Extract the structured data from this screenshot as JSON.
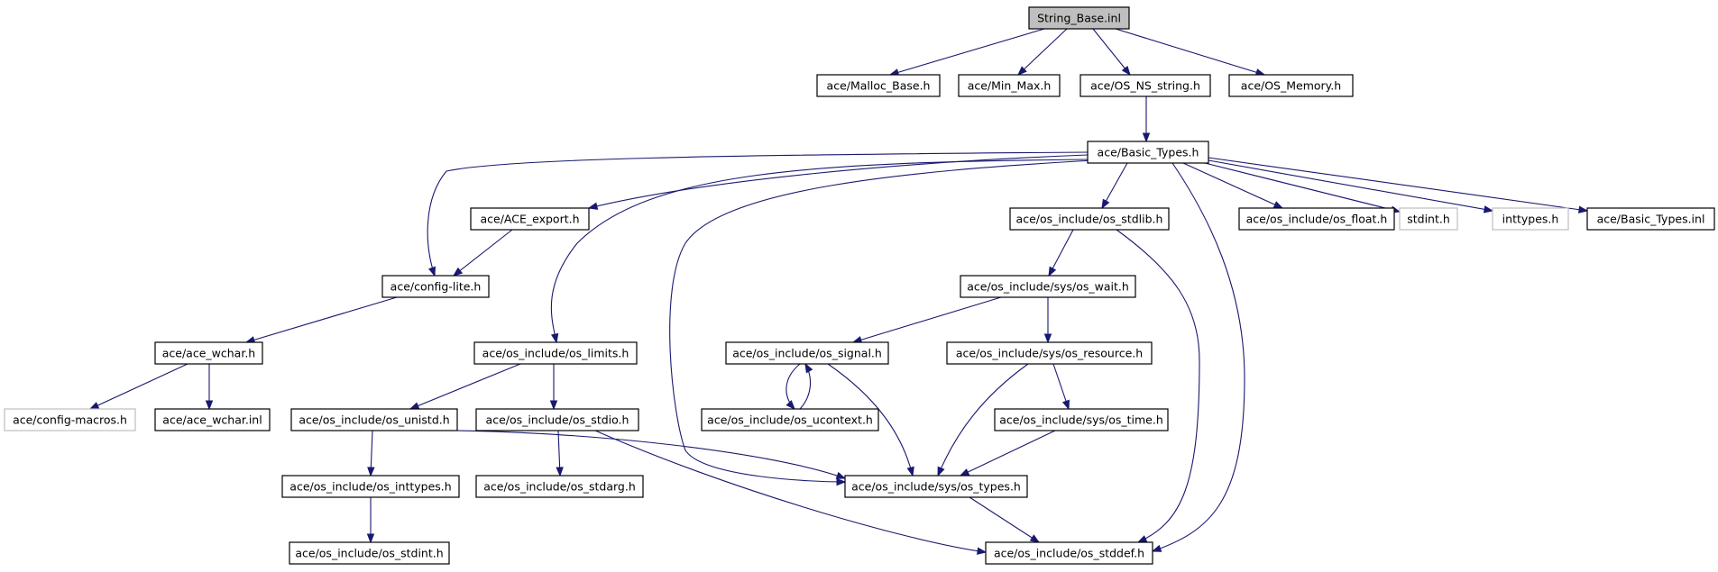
{
  "diagram": {
    "nodes": [
      {
        "id": "string_base_inl",
        "label": "String_Base.inl",
        "kind": "root"
      },
      {
        "id": "malloc_base_h",
        "label": "ace/Malloc_Base.h",
        "kind": "file"
      },
      {
        "id": "min_max_h",
        "label": "ace/Min_Max.h",
        "kind": "file"
      },
      {
        "id": "os_ns_string_h",
        "label": "ace/OS_NS_string.h",
        "kind": "file"
      },
      {
        "id": "os_memory_h",
        "label": "ace/OS_Memory.h",
        "kind": "file"
      },
      {
        "id": "basic_types_h",
        "label": "ace/Basic_Types.h",
        "kind": "file"
      },
      {
        "id": "ace_export_h",
        "label": "ace/ACE_export.h",
        "kind": "file"
      },
      {
        "id": "os_stdlib_h",
        "label": "ace/os_include/os_stdlib.h",
        "kind": "file"
      },
      {
        "id": "os_float_h",
        "label": "ace/os_include/os_float.h",
        "kind": "file"
      },
      {
        "id": "stdint_h",
        "label": "stdint.h",
        "kind": "external"
      },
      {
        "id": "inttypes_h",
        "label": "inttypes.h",
        "kind": "external"
      },
      {
        "id": "basic_types_inl",
        "label": "ace/Basic_Types.inl",
        "kind": "file"
      },
      {
        "id": "config_lite_h",
        "label": "ace/config-lite.h",
        "kind": "file"
      },
      {
        "id": "os_wait_h",
        "label": "ace/os_include/sys/os_wait.h",
        "kind": "file"
      },
      {
        "id": "ace_wchar_h",
        "label": "ace/ace_wchar.h",
        "kind": "file"
      },
      {
        "id": "os_limits_h",
        "label": "ace/os_include/os_limits.h",
        "kind": "file"
      },
      {
        "id": "os_signal_h",
        "label": "ace/os_include/os_signal.h",
        "kind": "file"
      },
      {
        "id": "os_resource_h",
        "label": "ace/os_include/sys/os_resource.h",
        "kind": "file"
      },
      {
        "id": "config_macros_h",
        "label": "ace/config-macros.h",
        "kind": "external"
      },
      {
        "id": "ace_wchar_inl",
        "label": "ace/ace_wchar.inl",
        "kind": "file"
      },
      {
        "id": "os_unistd_h",
        "label": "ace/os_include/os_unistd.h",
        "kind": "file"
      },
      {
        "id": "os_stdio_h",
        "label": "ace/os_include/os_stdio.h",
        "kind": "file"
      },
      {
        "id": "os_ucontext_h",
        "label": "ace/os_include/os_ucontext.h",
        "kind": "file"
      },
      {
        "id": "os_time_h",
        "label": "ace/os_include/sys/os_time.h",
        "kind": "file"
      },
      {
        "id": "os_inttypes_h",
        "label": "ace/os_include/os_inttypes.h",
        "kind": "file"
      },
      {
        "id": "os_stdarg_h",
        "label": "ace/os_include/os_stdarg.h",
        "kind": "file"
      },
      {
        "id": "os_types_h",
        "label": "ace/os_include/sys/os_types.h",
        "kind": "file"
      },
      {
        "id": "os_stdint_h",
        "label": "ace/os_include/os_stdint.h",
        "kind": "file"
      },
      {
        "id": "os_stddef_h",
        "label": "ace/os_include/os_stddef.h",
        "kind": "file"
      }
    ],
    "edges": [
      {
        "from": "string_base_inl",
        "to": "malloc_base_h"
      },
      {
        "from": "string_base_inl",
        "to": "min_max_h"
      },
      {
        "from": "string_base_inl",
        "to": "os_ns_string_h"
      },
      {
        "from": "string_base_inl",
        "to": "os_memory_h"
      },
      {
        "from": "os_ns_string_h",
        "to": "basic_types_h"
      },
      {
        "from": "basic_types_h",
        "to": "config_lite_h"
      },
      {
        "from": "basic_types_h",
        "to": "ace_export_h"
      },
      {
        "from": "basic_types_h",
        "to": "os_limits_h"
      },
      {
        "from": "basic_types_h",
        "to": "os_types_h"
      },
      {
        "from": "basic_types_h",
        "to": "os_stdlib_h"
      },
      {
        "from": "basic_types_h",
        "to": "os_stddef_h"
      },
      {
        "from": "basic_types_h",
        "to": "os_float_h"
      },
      {
        "from": "basic_types_h",
        "to": "stdint_h"
      },
      {
        "from": "basic_types_h",
        "to": "inttypes_h"
      },
      {
        "from": "basic_types_h",
        "to": "basic_types_inl"
      },
      {
        "from": "ace_export_h",
        "to": "config_lite_h"
      },
      {
        "from": "config_lite_h",
        "to": "ace_wchar_h"
      },
      {
        "from": "ace_wchar_h",
        "to": "config_macros_h"
      },
      {
        "from": "ace_wchar_h",
        "to": "ace_wchar_inl"
      },
      {
        "from": "os_stdlib_h",
        "to": "os_wait_h"
      },
      {
        "from": "os_stdlib_h",
        "to": "os_stddef_h"
      },
      {
        "from": "os_wait_h",
        "to": "os_signal_h"
      },
      {
        "from": "os_wait_h",
        "to": "os_resource_h"
      },
      {
        "from": "os_limits_h",
        "to": "os_unistd_h"
      },
      {
        "from": "os_limits_h",
        "to": "os_stdio_h"
      },
      {
        "from": "os_signal_h",
        "to": "os_ucontext_h"
      },
      {
        "from": "os_ucontext_h",
        "to": "os_signal_h"
      },
      {
        "from": "os_signal_h",
        "to": "os_types_h"
      },
      {
        "from": "os_resource_h",
        "to": "os_time_h"
      },
      {
        "from": "os_resource_h",
        "to": "os_types_h"
      },
      {
        "from": "os_time_h",
        "to": "os_types_h"
      },
      {
        "from": "os_unistd_h",
        "to": "os_inttypes_h"
      },
      {
        "from": "os_unistd_h",
        "to": "os_types_h"
      },
      {
        "from": "os_stdio_h",
        "to": "os_stdarg_h"
      },
      {
        "from": "os_stdio_h",
        "to": "os_stddef_h"
      },
      {
        "from": "os_inttypes_h",
        "to": "os_stdint_h"
      },
      {
        "from": "os_types_h",
        "to": "os_stddef_h"
      }
    ]
  }
}
